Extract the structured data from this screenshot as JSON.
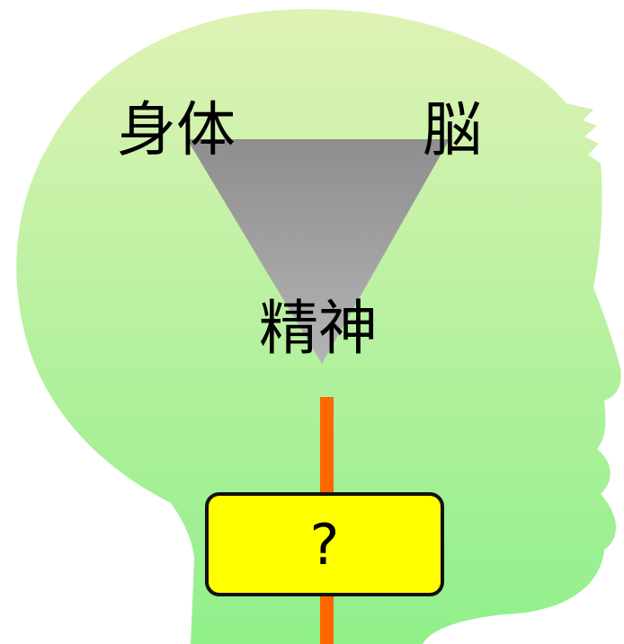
{
  "labels": {
    "body": "身体",
    "brain": "脳",
    "spirit": "精神"
  },
  "question_box": {
    "text": "?"
  },
  "colors": {
    "head_top": "#dff2b5",
    "head_bottom": "#90f08a",
    "triangle_top": "#8e8e8e",
    "triangle_bottom": "#b4b4b4",
    "connector": "#ff6600",
    "box_fill": "#ffff00",
    "box_border": "#111111"
  }
}
